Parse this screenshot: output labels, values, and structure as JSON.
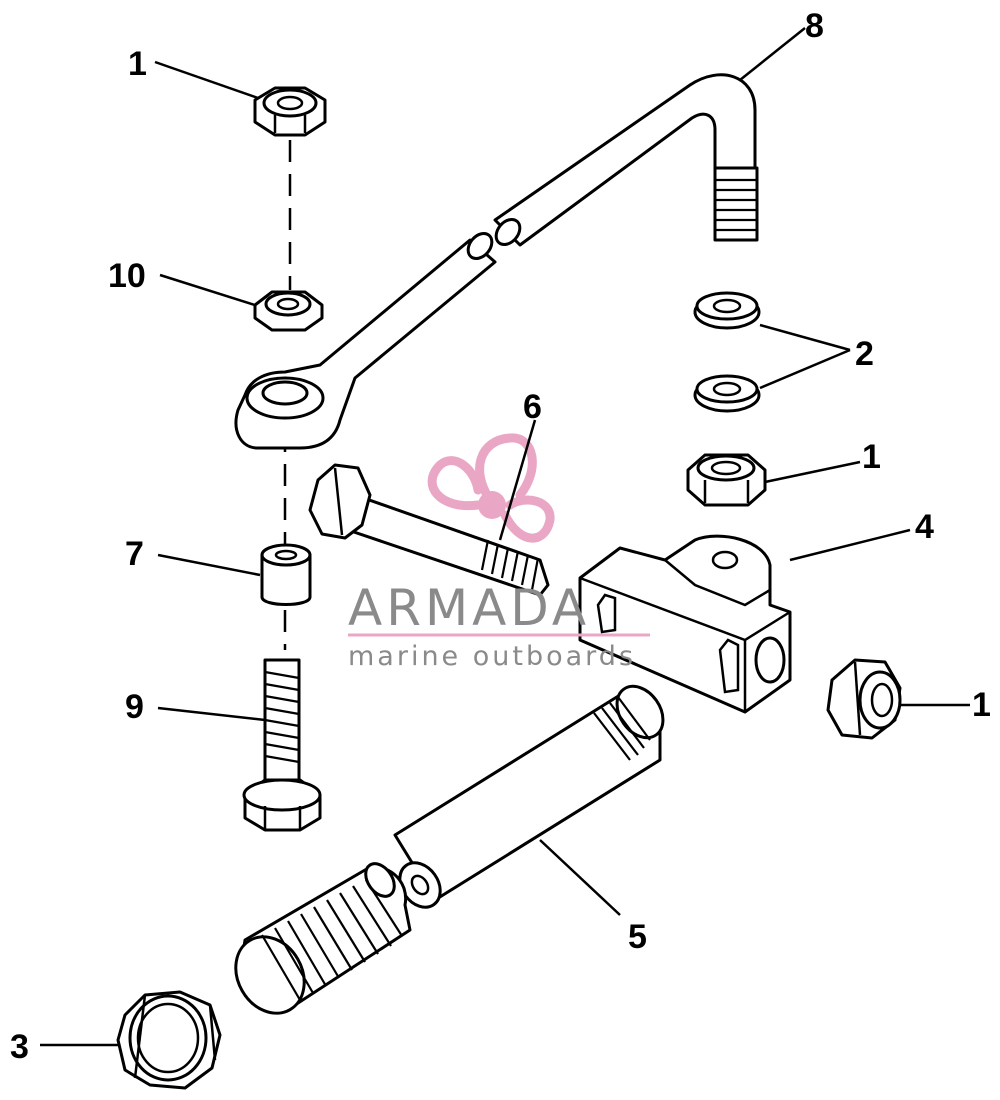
{
  "callouts": [
    {
      "id": "c1a",
      "text": "1"
    },
    {
      "id": "c10",
      "text": "10"
    },
    {
      "id": "c8",
      "text": "8"
    },
    {
      "id": "c2",
      "text": "2"
    },
    {
      "id": "c1b",
      "text": "1"
    },
    {
      "id": "c6",
      "text": "6"
    },
    {
      "id": "c4",
      "text": "4"
    },
    {
      "id": "c7",
      "text": "7"
    },
    {
      "id": "c1c",
      "text": "1"
    },
    {
      "id": "c9",
      "text": "9"
    },
    {
      "id": "c5",
      "text": "5"
    },
    {
      "id": "c3",
      "text": "3"
    }
  ],
  "watermark": {
    "title": "ARMADA",
    "subtitle": "marine outboards",
    "logo_icon": "propeller-icon",
    "logo_color": "#e9a7c5"
  }
}
